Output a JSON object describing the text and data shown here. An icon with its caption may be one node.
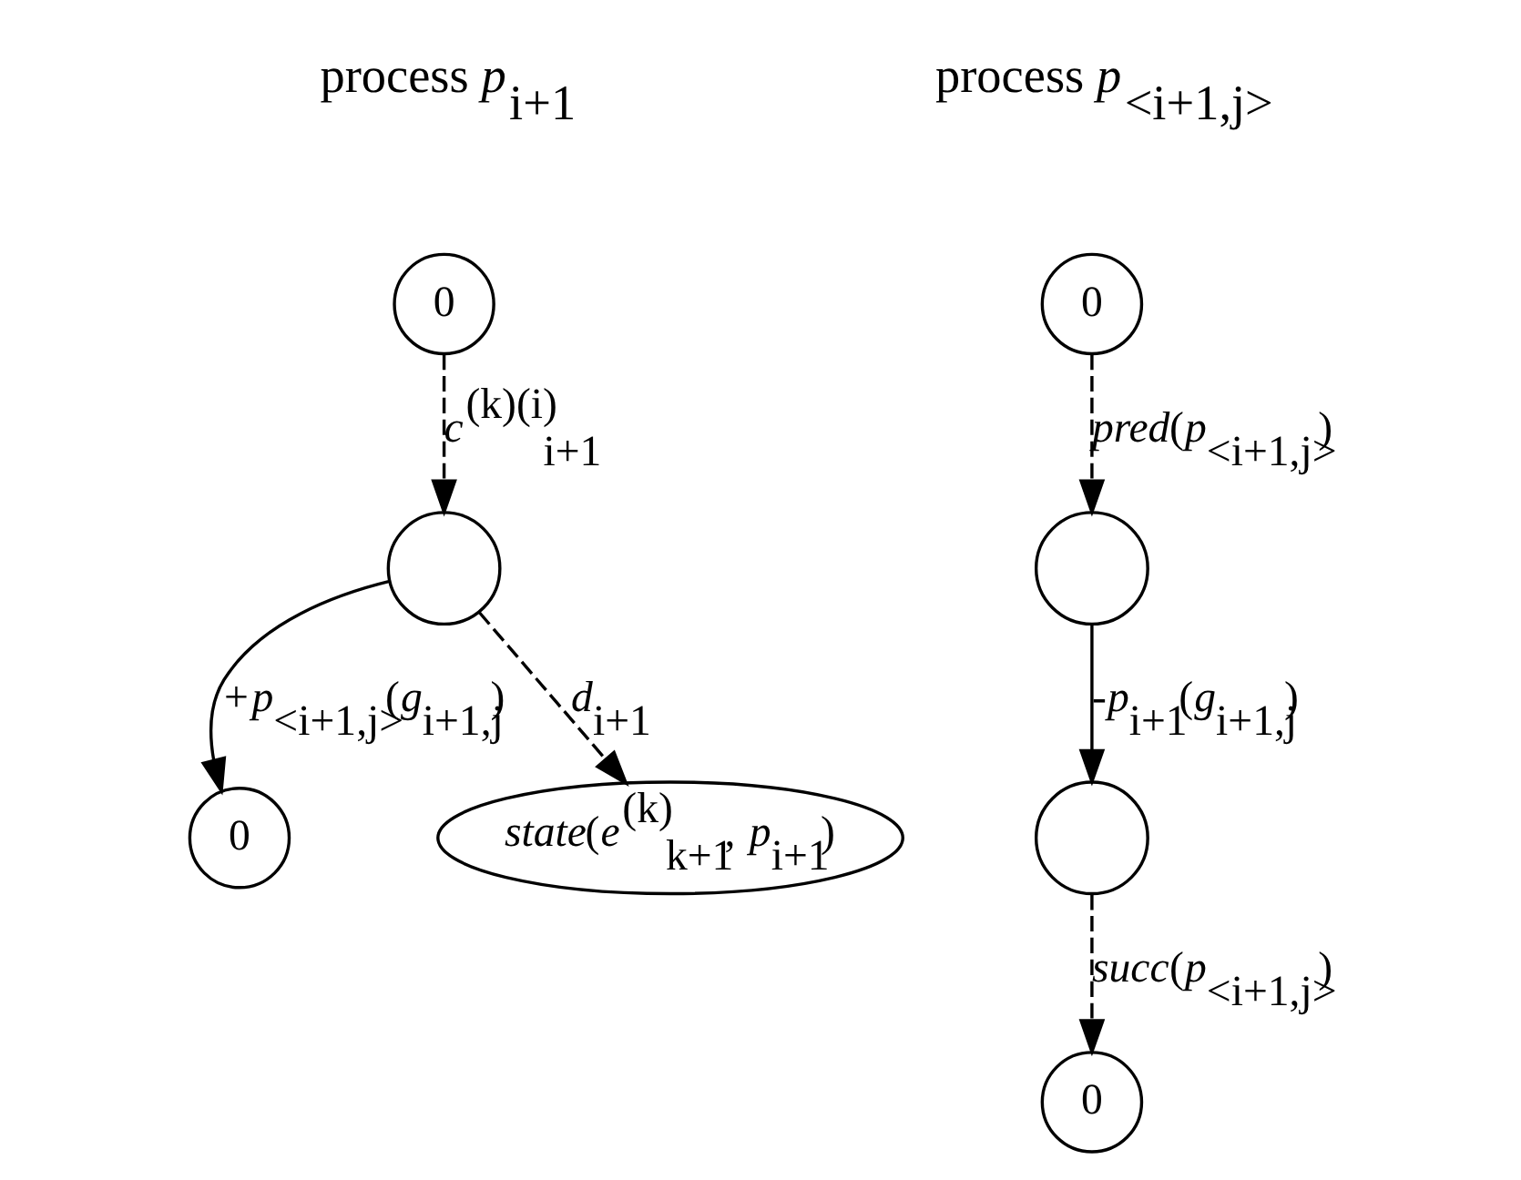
{
  "diagram": {
    "nodes": [
      {
        "text": [
          "0"
        ]
      },
      {
        "text": [],
        "shape": "circle"
      },
      {
        "text": [
          "0"
        ]
      },
      {
        "text": [
          "*state*(*e*$^{(k)}$$_{k+1}$, *p*$_{i+1}$)"
        ]
      },
      {
        "text": [
          "0"
        ]
      },
      {
        "text": [],
        "shape": "circle"
      },
      {
        "text": [],
        "shape": "circle"
      },
      {
        "text": [
          "0"
        ]
      }
    ],
    "edges": [
      {
        "from": 0,
        "to": 1,
        "arrow": "to",
        "style": "dashed",
        "label": "*c*$^{(k)(i)}$$_{i+1}$"
      },
      {
        "from": 1,
        "to": 3,
        "arrow": "to",
        "style": "dashed",
        "label": "*d*$_{i+1}$"
      },
      {
        "from": 1,
        "to": 2,
        "arrow": "to",
        "label": "+*p*$_{<i+1,j>}$(*g*$_{i+1,j}$)"
      },
      {
        "from": 4,
        "to": 5,
        "arrow": "to",
        "style": "dashed",
        "label": "*pred*(*p*$_{<i+1,j>}$)"
      },
      {
        "from": 5,
        "to": 6,
        "arrow": "to",
        "label": "-*p*$_{i+1}$(*g*$_{i+1,j}$)"
      },
      {
        "from": 6,
        "to": 7,
        "arrow": "to",
        "style": "dashed",
        "label": "*succ*(*p*$_{<i+1,j>}$)"
      }
    ],
    "labels": [
      "process *p*$_{i+1}$",
      "process *p*$_{<i+1,j>}$"
    ]
  }
}
